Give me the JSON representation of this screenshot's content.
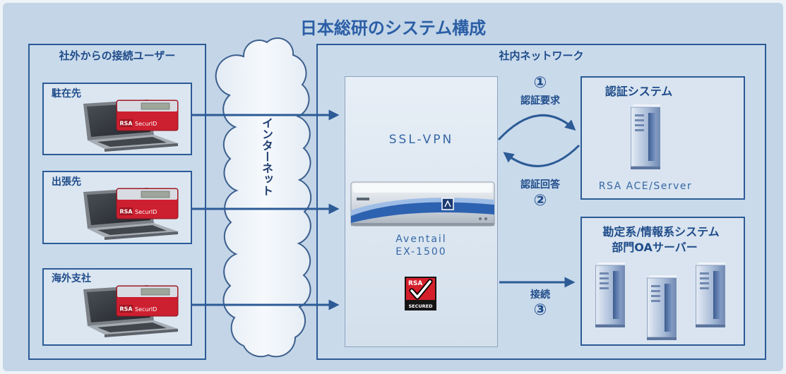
{
  "title": "日本総研のシステム構成",
  "colors": {
    "background": "#c3d5e7",
    "box_fill": "#c9daeb",
    "sub_box_fill": "#dbe6f1",
    "border": "#2c5b96",
    "text": "#1f4c8a",
    "title": "#2b5ea5",
    "arrow": "#2c5b96",
    "accent_red": "#cc1f2f"
  },
  "icons": {
    "client": "laptop-icon",
    "token": "rsa-securid-token-icon",
    "internet": "cloud-icon",
    "gateway": "appliance-icon",
    "server": "server-icon",
    "badge": "rsa-secured-badge-icon"
  },
  "external": {
    "heading": "社外からの接続ユーザー",
    "locations": [
      {
        "label": "駐在先"
      },
      {
        "label": "出張先"
      },
      {
        "label": "海外支社"
      }
    ],
    "token": {
      "brand": "RSA",
      "product": "SecurID"
    }
  },
  "internet": {
    "label": "インターネット"
  },
  "internal": {
    "heading": "社内ネットワーク",
    "gateway": {
      "name": "SSL-VPN",
      "vendor": "Aventail",
      "model": "EX-1500",
      "badge": {
        "brand": "RSA",
        "text": "SECURED"
      }
    },
    "auth": {
      "heading": "認証システム",
      "server": "RSA ACE/Server"
    },
    "business": {
      "heading_line1": "勘定系/情報系システム",
      "heading_line2": "部門OAサーバー"
    }
  },
  "flows": [
    {
      "step": "①",
      "label": "認証要求"
    },
    {
      "step": "②",
      "label": "認証回答"
    },
    {
      "step": "③",
      "label": "接続"
    }
  ]
}
